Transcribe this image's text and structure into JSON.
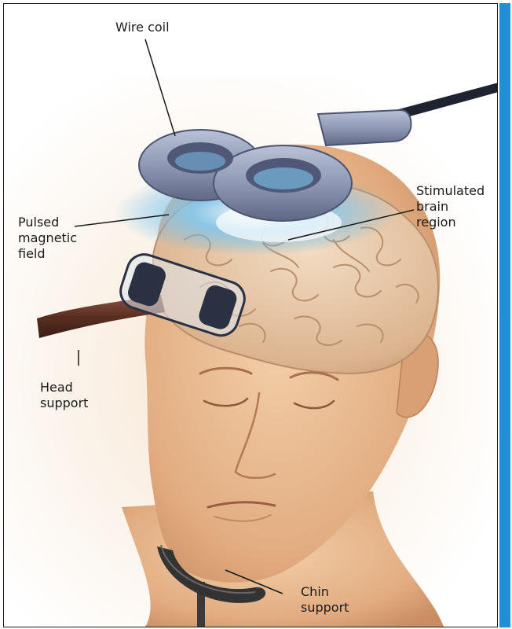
{
  "labels": {
    "wire_coil": "Wire coil",
    "stimulated_region": "Stimulated\nbrain\nregion",
    "pulsed_field": "Pulsed\nmagnetic\nfield",
    "head_support": "Head\nsupport",
    "chin_support": "Chin\nsupport"
  },
  "colors": {
    "side_bar": "#1f8fd8",
    "skin": "#e9b98f",
    "skin_shadow": "#c98c63",
    "brain": "#e4c2a0",
    "coil": "#8f99b5",
    "field_glow": "#5fb8ee",
    "cable": "#5a2f22",
    "chin_rest": "#333333",
    "leader_line": "#1a1a1a"
  }
}
